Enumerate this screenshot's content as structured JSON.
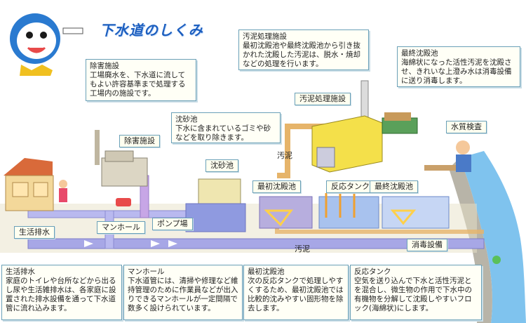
{
  "title": "下水道のしくみ",
  "callouts": {
    "sludge_treatment": {
      "heading": "汚泥処理施設",
      "body": "最初沈殿池や最終沈殿池から引き抜かれた沈殿した汚泥は、脱水・焼却などの処理を行います。"
    },
    "final_settling": {
      "heading": "最終沈殿池",
      "body": "海綿状になった活性汚泥を沈殿させ、きれいな上澄み水は消毒設備に送り消毒します。"
    },
    "pre_treatment": {
      "heading": "除害施設",
      "body": "工場廃水を、下水道に流してもよい許容基準まで処理する工場内の施設です。"
    },
    "grit_chamber": {
      "heading": "沈砂池",
      "body": "下水に含まれているゴミや砂などを取り除きます。"
    },
    "household": {
      "heading": "生活排水",
      "body": "家庭のトイレや台所などから出るし尿や生活雑排水は、各家庭に設置された排水設備を通って下水道管に流れ込みます。"
    },
    "manhole": {
      "heading": "マンホール",
      "body": "下水道管には、清掃や修理など維持管理のために作業員などが出入りできるマンホールが一定間隔で数多く設けられています。"
    },
    "primary_settling": {
      "heading": "最初沈殿池",
      "body": "次の反応タンクで処理しやすくするため、最初沈殿池では比較的沈みやすい固形物を除去します。"
    },
    "reaction_tank": {
      "heading": "反応タンク",
      "body": "空気を送り込んで下水と活性汚泥とを混合し、微生物の作用で下水中の有機物を分解して沈殿しやすいフロック(海綿状)にします。"
    }
  },
  "tags": {
    "sludge_facility": "汚泥処理施設",
    "pretreatment": "除害施設",
    "grit": "沈砂池",
    "water_quality": "水質検査",
    "primary": "最初沈殿池",
    "reaction": "反応タンク",
    "final": "最終沈殿池",
    "household": "生活排水",
    "manhole": "マンホール",
    "pump": "ポンプ場",
    "disinfection": "消毒設備"
  },
  "labels": {
    "sludge_upper": "汚泥",
    "sludge_lower": "汚泥"
  }
}
